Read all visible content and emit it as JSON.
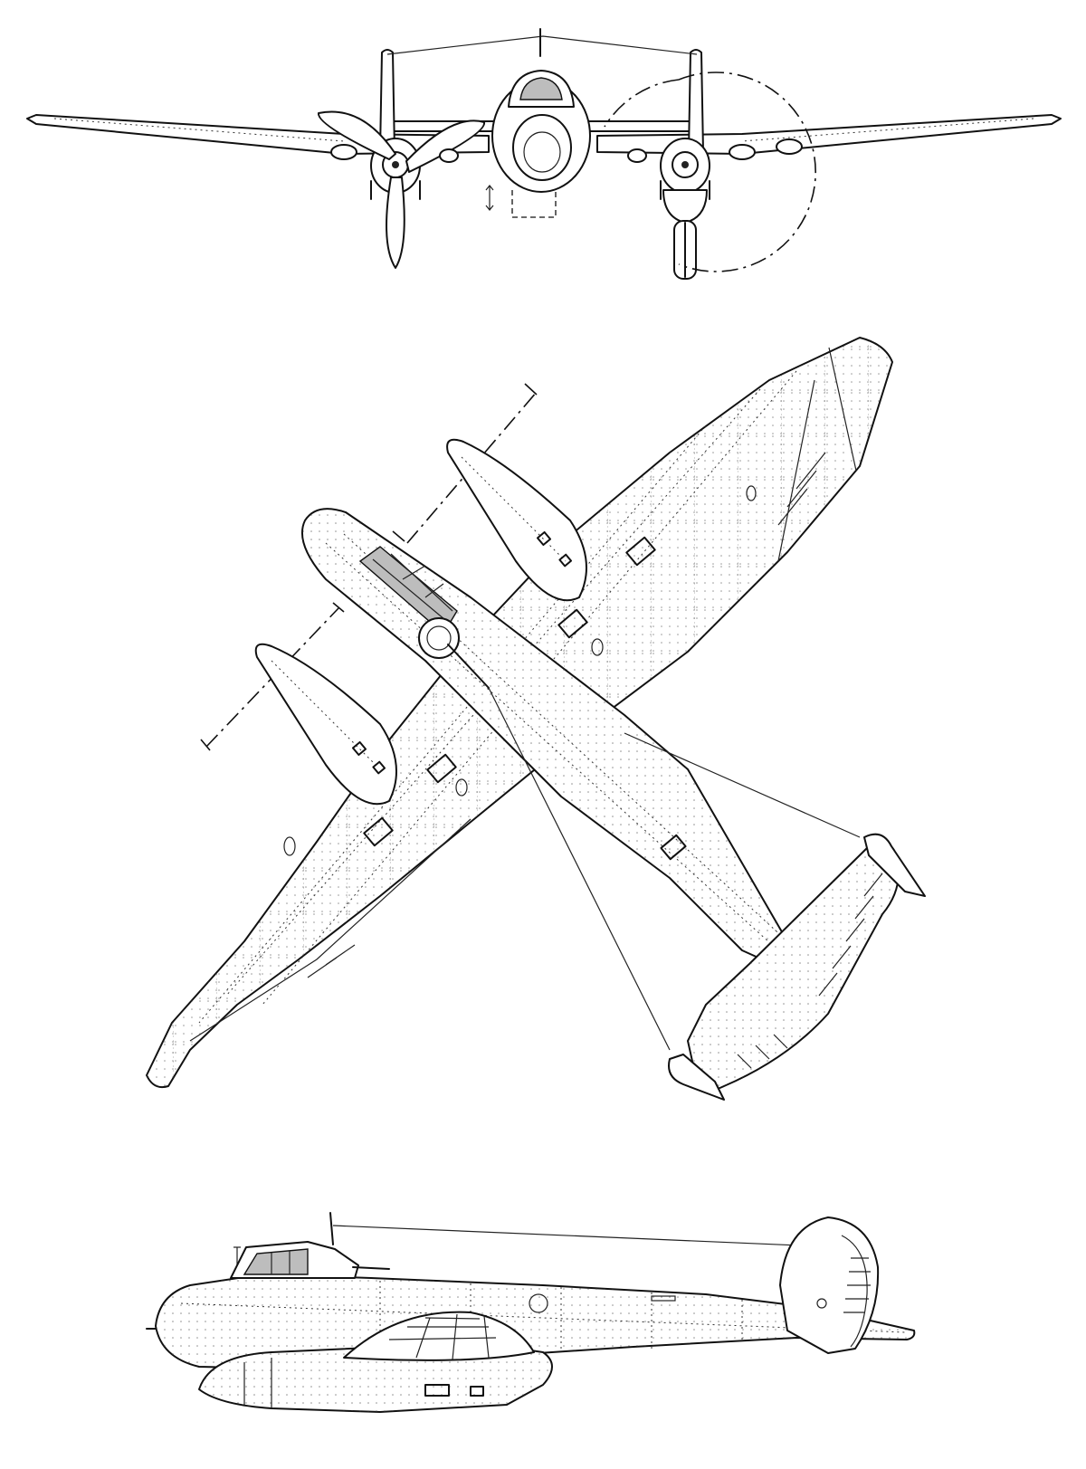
{
  "figure": {
    "views": [
      {
        "id": "front",
        "name": "front-view"
      },
      {
        "id": "plan",
        "name": "plan-view"
      },
      {
        "id": "side",
        "name": "side-view"
      }
    ],
    "colors": {
      "ink": "#111111",
      "paper": "#ffffff",
      "glazing": "#bdbdbd"
    }
  }
}
